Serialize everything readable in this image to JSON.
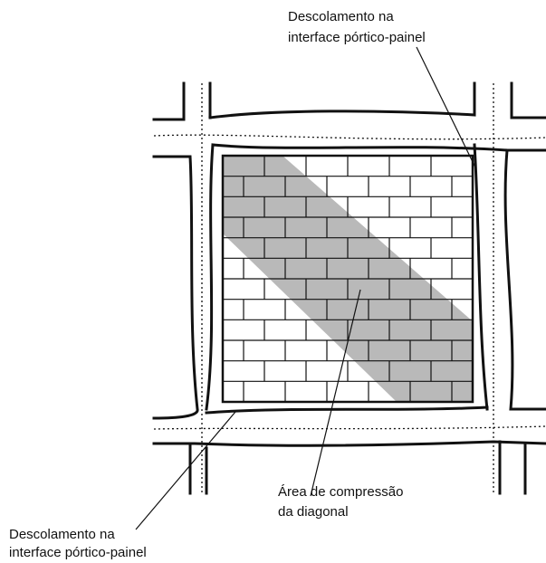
{
  "labels": {
    "top_line1": "Descolamento na",
    "top_line2": "interface pórtico-painel",
    "mid_line1": "Área de compressão",
    "mid_line2": "da diagonal",
    "bot_line1": "Descolamento na",
    "bot_line2": "interface pórtico-painel"
  },
  "colors": {
    "ink": "#111111",
    "compression_band": "#b9b9b9",
    "background": "#ffffff"
  }
}
